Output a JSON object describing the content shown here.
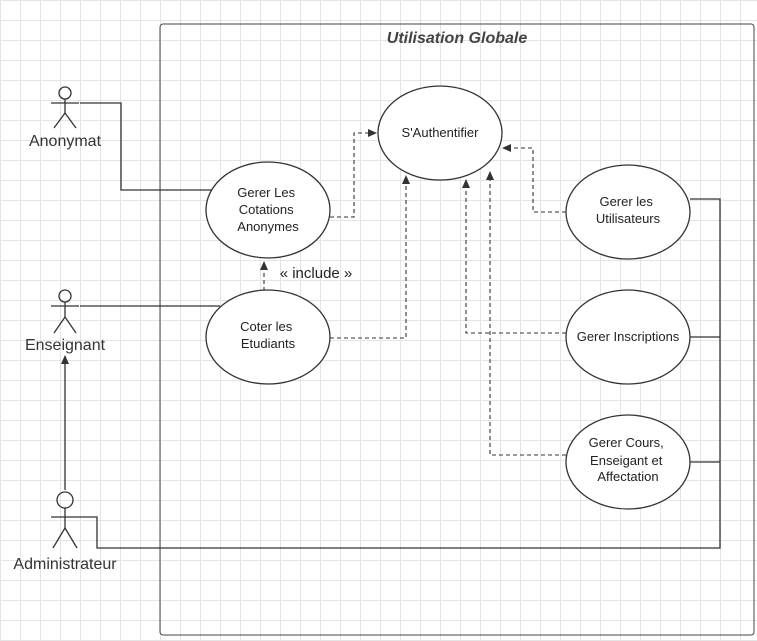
{
  "diagram": {
    "title": "Utilisation Globale",
    "actors": [
      {
        "id": "anonymat",
        "label": "Anonymat"
      },
      {
        "id": "enseignant",
        "label": "Enseignant"
      },
      {
        "id": "administrateur",
        "label": "Administrateur"
      }
    ],
    "use_cases": [
      {
        "id": "auth",
        "lines": [
          "S'Authentifier"
        ]
      },
      {
        "id": "cotations",
        "lines": [
          "Gerer Les",
          "Cotations",
          "Anonymes"
        ]
      },
      {
        "id": "coter",
        "lines": [
          "Coter les",
          "Etudiants"
        ]
      },
      {
        "id": "utilisateurs",
        "lines": [
          "Gerer les",
          "Utilisateurs"
        ]
      },
      {
        "id": "inscriptions",
        "lines": [
          "Gerer Inscriptions"
        ]
      },
      {
        "id": "cours",
        "lines": [
          "Gerer Cours,",
          "Enseigant et",
          "Affectation"
        ]
      }
    ],
    "include_label": "« include »"
  }
}
